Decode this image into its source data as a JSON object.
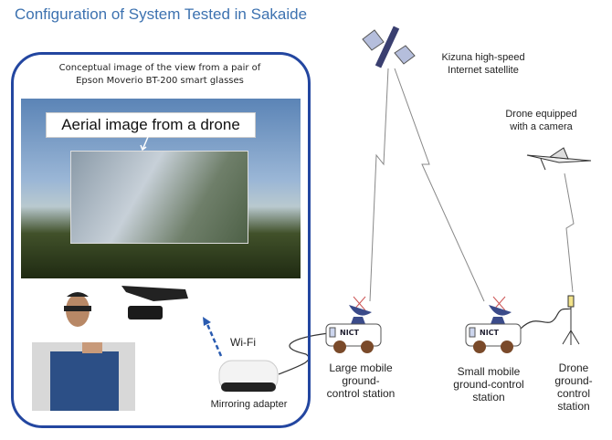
{
  "title": "Configuration of System Tested in Sakaide",
  "panel": {
    "caption_line1": "Conceptual image of the view from a pair of",
    "caption_line2": "Epson Moverio BT-200 smart glasses",
    "aerial_label": "Aerial image from a drone",
    "wifi_label": "Wi-Fi",
    "adapter_label": "Mirroring adapter"
  },
  "satellite": {
    "line1": "Kizuna high-speed",
    "line2": "Internet satellite"
  },
  "drone": {
    "line1": "Drone equipped",
    "line2": "with a camera"
  },
  "stations": {
    "large": {
      "line1": "Large mobile",
      "line2": "ground-",
      "line3": "control station",
      "badge": "NICT"
    },
    "small": {
      "line1": "Small mobile",
      "line2": "ground-control",
      "line3": "station",
      "badge": "NICT"
    },
    "drone_gcs": {
      "line1": "Drone",
      "line2": "ground-",
      "line3": "control",
      "line4": "station"
    }
  },
  "colors": {
    "title": "#3d72b0",
    "frame": "#2346a0"
  }
}
